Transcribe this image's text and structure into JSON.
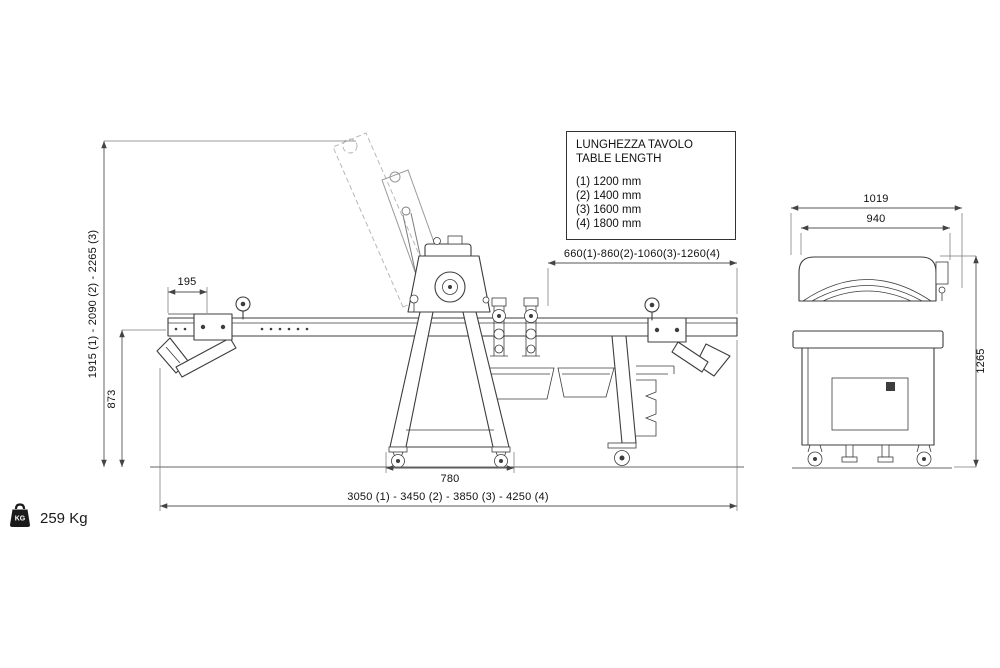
{
  "legend": {
    "title_line1": "LUNGHEZZA TAVOLO",
    "title_line2": "TABLE LENGTH",
    "options": [
      "(1) 1200 mm",
      "(2) 1400 mm",
      "(3) 1600 mm",
      "(4) 1800 mm"
    ]
  },
  "dimensions": {
    "overall_height": "1915 (1) - 2090 (2) - 2265 (3)",
    "table_height": "873",
    "table_rear_offset": "195",
    "table_extension": "660(1)-860(2)-1060(3)-1260(4)",
    "base_width": "780",
    "overall_length": "3050 (1) - 3450 (2) - 3850 (3) - 4250 (4)",
    "end_overall_width": "1019",
    "end_body_width": "940",
    "end_height": "1265"
  },
  "weight": {
    "icon_text": "KG",
    "value": "259 Kg"
  },
  "colors": {
    "linework": "#3d3d3d",
    "dimension": "#555555",
    "ghost": "#b8b8b8",
    "background": "#ffffff"
  }
}
